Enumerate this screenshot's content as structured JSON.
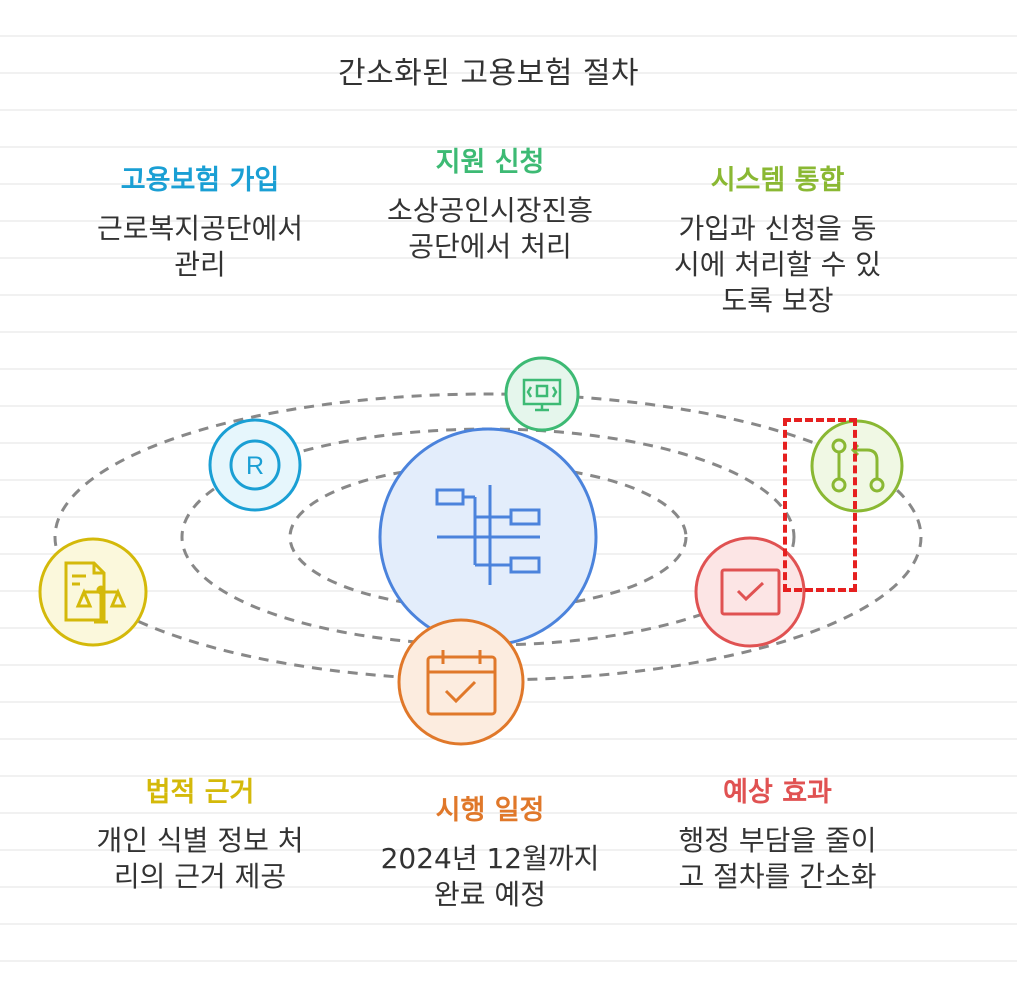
{
  "title": "간소화된 고용보험 절차",
  "colors": {
    "blue": "#1a9fd4",
    "green": "#3dba74",
    "lime": "#8ab833",
    "yellow": "#d4b90a",
    "orange": "#e0782a",
    "red": "#e05252",
    "center": "#4b83dc"
  },
  "blocks": {
    "enroll": {
      "head": "고용보험 가입",
      "body": [
        "근로복지공단에서",
        "관리"
      ]
    },
    "apply": {
      "head": "지원 신청",
      "body": [
        "소상공인시장진흥",
        "공단에서 처리"
      ]
    },
    "system": {
      "head": "시스템 통합",
      "body": [
        "가입과 신청을 동",
        "시에 처리할 수 있",
        "도록 보장"
      ]
    },
    "legal": {
      "head": "법적 근거",
      "body": [
        "개인 식별 정보 처",
        "리의 근거 제공"
      ]
    },
    "schedule": {
      "head": "시행 일정",
      "body": [
        "2024년 12월까지",
        "완료 예정"
      ]
    },
    "effect": {
      "head": "예상 효과",
      "body": [
        "행정 부담을 줄이",
        "고 절차를 간소화"
      ]
    }
  },
  "icons": {
    "enroll": "registered-icon",
    "apply": "monitor-code-icon",
    "system": "git-merge-icon",
    "legal": "legal-document-scale-icon",
    "schedule": "calendar-check-icon",
    "effect": "checkbox-icon",
    "center": "hierarchy-tree-icon"
  }
}
